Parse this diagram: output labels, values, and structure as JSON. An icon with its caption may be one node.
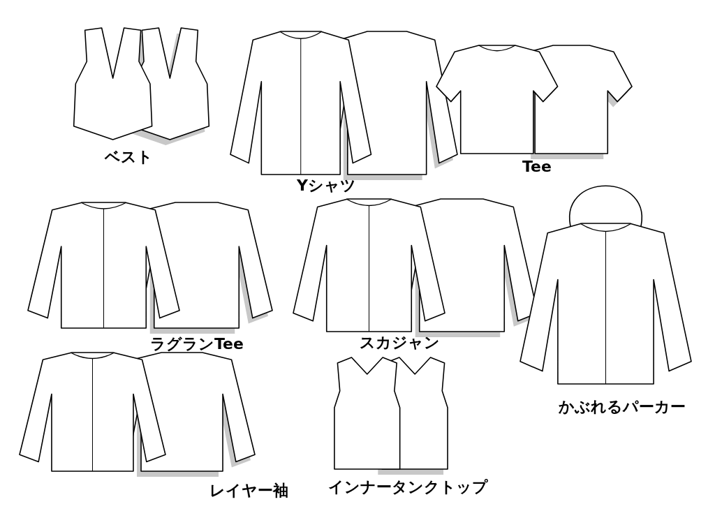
{
  "diagram": {
    "labels": [
      "ベスト",
      "Yシャツ",
      "Tee",
      "ラグランTee",
      "スカジャン",
      "かぶれるパーカー",
      "レイヤー袖",
      "インナータンクトップ"
    ]
  }
}
